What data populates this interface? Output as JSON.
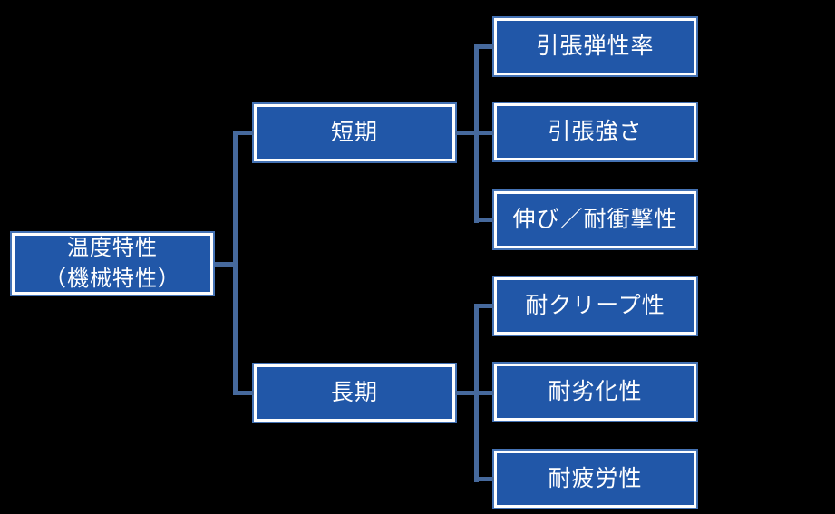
{
  "diagram": {
    "type": "tree-hierarchy",
    "colors": {
      "background": "#000000",
      "box_fill": "#2157A8",
      "box_border": "#FFFFFF",
      "box_outline": "#4472B4",
      "connector": "#46699C",
      "text": "#FFFFFF"
    },
    "root": {
      "line1": "温度特性",
      "line2": "（機械特性）"
    },
    "branches": [
      {
        "label": "短期",
        "children": [
          "引張弾性率",
          "引張強さ",
          "伸び／耐衝撃性"
        ]
      },
      {
        "label": "長期",
        "children": [
          "耐クリープ性",
          "耐劣化性",
          "耐疲労性"
        ]
      }
    ]
  }
}
